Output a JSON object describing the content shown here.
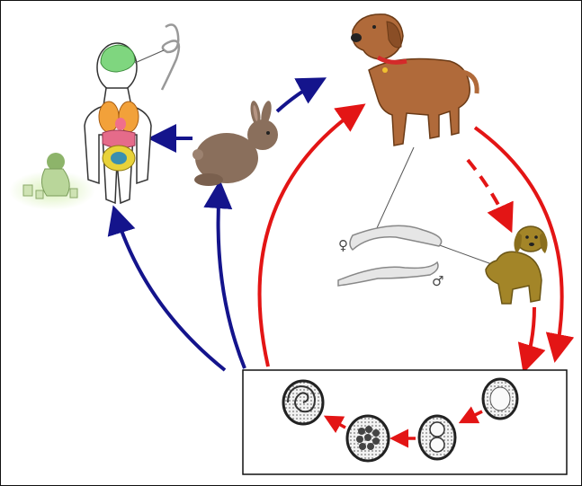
{
  "diagram": {
    "symbols": {
      "female": "♀",
      "male": "♂"
    },
    "colors": {
      "human_path_arrows": "#14148c",
      "dog_path_arrows": "#e31515",
      "egg_box_arrows": "#e31515",
      "dog_fill": "#b06a3a",
      "puppy_fill": "#a38528",
      "rabbit_fill": "#8a6f5c"
    },
    "nodes": [
      {
        "id": "human",
        "icon": "human-anatomy-icon"
      },
      {
        "id": "child",
        "icon": "child-playing-icon"
      },
      {
        "id": "rabbit",
        "icon": "rabbit-icon"
      },
      {
        "id": "adult-dog",
        "icon": "dog-icon"
      },
      {
        "id": "puppy",
        "icon": "puppy-icon"
      },
      {
        "id": "adult-worms",
        "icon": "worm-icon"
      },
      {
        "id": "egg-stages",
        "icon": "egg-icon"
      }
    ]
  }
}
